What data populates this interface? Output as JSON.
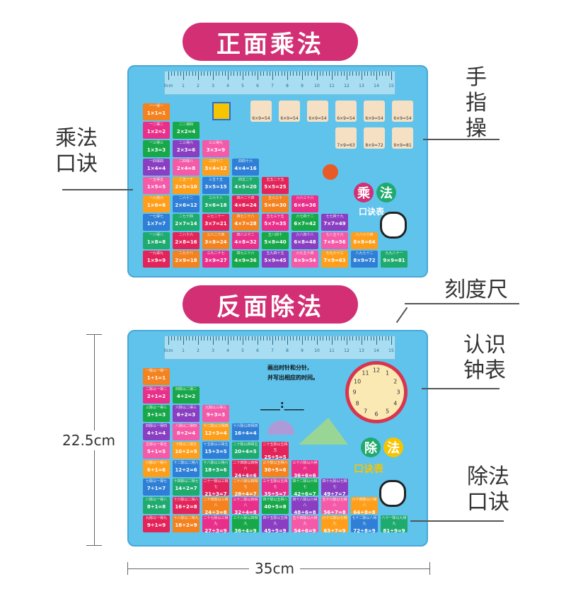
{
  "banners": {
    "front": "正面乘法",
    "back": "反面除法"
  },
  "labels": {
    "finger_exercise": "手指操",
    "mult_formula": "乘法口诀",
    "ruler": "刻度尺",
    "clock": "认识钟表",
    "div_formula": "除法口诀"
  },
  "dimensions": {
    "height": "22.5cm",
    "width": "35cm"
  },
  "ruler": {
    "unit": "0cm",
    "numbers": [
      "1",
      "2",
      "3",
      "4",
      "5",
      "6",
      "7",
      "8",
      "9",
      "10",
      "11",
      "12",
      "13",
      "14",
      "15"
    ]
  },
  "front": {
    "title_a": "乘",
    "title_b": "法",
    "subtitle": "口诀表",
    "columns": [
      [
        {
          "t": "一一得一",
          "e": "1×1=1"
        },
        {
          "t": "一二得二",
          "e": "1×2=2"
        },
        {
          "t": "一三得三",
          "e": "1×3=3"
        },
        {
          "t": "一四得四",
          "e": "1×4=4"
        },
        {
          "t": "一五得五",
          "e": "1×5=5"
        },
        {
          "t": "一六得六",
          "e": "1×6=6"
        },
        {
          "t": "一七得七",
          "e": "1×7=7"
        },
        {
          "t": "一八得八",
          "e": "1×8=8"
        },
        {
          "t": "一九得九",
          "e": "1×9=9"
        }
      ],
      [
        {
          "t": "二二得四",
          "e": "2×2=4"
        },
        {
          "t": "二三得六",
          "e": "2×3=6"
        },
        {
          "t": "二四得八",
          "e": "2×4=8"
        },
        {
          "t": "二五一十",
          "e": "2×5=10"
        },
        {
          "t": "二六十二",
          "e": "2×6=12"
        },
        {
          "t": "二七十四",
          "e": "2×7=14"
        },
        {
          "t": "二八十六",
          "e": "2×8=16"
        },
        {
          "t": "二九十八",
          "e": "2×9=18"
        }
      ],
      [
        {
          "t": "三三得九",
          "e": "3×3=9"
        },
        {
          "t": "三四十二",
          "e": "3×4=12"
        },
        {
          "t": "三五十五",
          "e": "3×5=15"
        },
        {
          "t": "三六十八",
          "e": "3×6=18"
        },
        {
          "t": "三七二十一",
          "e": "3×7=21"
        },
        {
          "t": "三八二十四",
          "e": "3×8=24"
        },
        {
          "t": "三九二十七",
          "e": "3×9=27"
        }
      ],
      [
        {
          "t": "四四十六",
          "e": "4×4=16"
        },
        {
          "t": "四五二十",
          "e": "4×5=20"
        },
        {
          "t": "四六二十四",
          "e": "4×6=24"
        },
        {
          "t": "四七二十八",
          "e": "4×7=28"
        },
        {
          "t": "四八三十二",
          "e": "4×8=32"
        },
        {
          "t": "四九三十六",
          "e": "4×9=36"
        }
      ],
      [
        {
          "t": "五五二十五",
          "e": "5×5=25"
        },
        {
          "t": "五六三十",
          "e": "5×6=30"
        },
        {
          "t": "五七三十五",
          "e": "5×7=35"
        },
        {
          "t": "五八四十",
          "e": "5×8=40"
        },
        {
          "t": "五九四十五",
          "e": "5×9=45"
        }
      ],
      [
        {
          "t": "六六三十六",
          "e": "6×6=36"
        },
        {
          "t": "六七四十二",
          "e": "6×7=42"
        },
        {
          "t": "六八四十八",
          "e": "6×8=48"
        },
        {
          "t": "六九五十四",
          "e": "6×9=54"
        }
      ],
      [
        {
          "t": "七七四十九",
          "e": "7×7=49"
        },
        {
          "t": "七八五十六",
          "e": "7×8=56"
        },
        {
          "t": "七九六十三",
          "e": "7×9=63"
        }
      ],
      [
        {
          "t": "八八六十四",
          "e": "8×8=64"
        },
        {
          "t": "八九七十二",
          "e": "8×9=72"
        }
      ],
      [
        {
          "t": "九九八十一",
          "e": "9×9=81"
        }
      ]
    ],
    "fingers": [
      "6×9=54",
      "6×9=54",
      "6×9=54",
      "6×9=54",
      "6×9=54",
      "6×9=54",
      "7×9=63",
      "8×9=72",
      "9×9=81"
    ]
  },
  "back": {
    "clock_prompt_1": "画出时针和分针,",
    "clock_prompt_2": "并写出相应的时间。",
    "time_blank": "____:____",
    "title_a": "除",
    "title_b": "法",
    "subtitle": "口诀表",
    "columns": [
      [
        {
          "t": "一除以一得一",
          "e": "1÷1=1"
        },
        {
          "t": "二除以一得二",
          "e": "2÷1=2"
        },
        {
          "t": "三除以一得三",
          "e": "3÷1=3"
        },
        {
          "t": "四除以一得四",
          "e": "4÷1=4"
        },
        {
          "t": "五除以一得五",
          "e": "5÷1=5"
        },
        {
          "t": "六除以一得六",
          "e": "6÷1=6"
        },
        {
          "t": "七除以一得七",
          "e": "7÷1=7"
        },
        {
          "t": "八除以一得八",
          "e": "8÷1=8"
        },
        {
          "t": "九除以一得九",
          "e": "9÷1=9"
        }
      ],
      [
        {
          "t": "四除以二得二",
          "e": "4÷2=2"
        },
        {
          "t": "六除以二得三",
          "e": "6÷2=3"
        },
        {
          "t": "八除以二得四",
          "e": "8÷2=4"
        },
        {
          "t": "十除以二得五",
          "e": "10÷2=5"
        },
        {
          "t": "十二除以二得六",
          "e": "12÷2=6"
        },
        {
          "t": "十四除以二得七",
          "e": "14÷2=7"
        },
        {
          "t": "十六除以二得八",
          "e": "16÷2=8"
        },
        {
          "t": "十八除以二得九",
          "e": "18÷2=9"
        }
      ],
      [
        {
          "t": "九除以三得三",
          "e": "9÷3=3"
        },
        {
          "t": "十二除以三得四",
          "e": "12÷3=4"
        },
        {
          "t": "十五除以三得五",
          "e": "15÷3=5"
        },
        {
          "t": "十八除以三得六",
          "e": "18÷3=6"
        },
        {
          "t": "二十一除以三得七",
          "e": "21÷3=7"
        },
        {
          "t": "二十四除以三得八",
          "e": "24÷3=8"
        },
        {
          "t": "二十七除以三得九",
          "e": "27÷3=9"
        }
      ],
      [
        {
          "t": "十六除以四得四",
          "e": "16÷4=4"
        },
        {
          "t": "二十除以四得五",
          "e": "20÷4=5"
        },
        {
          "t": "二十四除以四得六",
          "e": "24÷4=6"
        },
        {
          "t": "二十八除以四得七",
          "e": "28÷4=7"
        },
        {
          "t": "三十二除以四得八",
          "e": "32÷4=8"
        },
        {
          "t": "三十六除以四得九",
          "e": "36÷4=9"
        }
      ],
      [
        {
          "t": "二十五除以五得五",
          "e": "25÷5=5"
        },
        {
          "t": "三十除以五得六",
          "e": "30÷5=6"
        },
        {
          "t": "三十五除以五得七",
          "e": "35÷5=7"
        },
        {
          "t": "四十除以五得八",
          "e": "40÷5=8"
        },
        {
          "t": "四十五除以五得九",
          "e": "45÷5=9"
        }
      ],
      [
        {
          "t": "三十六除以六得六",
          "e": "36÷6=6"
        },
        {
          "t": "四十二除以六得七",
          "e": "42÷6=7"
        },
        {
          "t": "四十八除以六得八",
          "e": "48÷6=8"
        },
        {
          "t": "五十四除以六得九",
          "e": "54÷6=9"
        }
      ],
      [
        {
          "t": "四十九除以七得七",
          "e": "49÷7=7"
        },
        {
          "t": "五十六除以七得八",
          "e": "56÷7=8"
        },
        {
          "t": "六十三除以七得九",
          "e": "63÷7=9"
        }
      ],
      [
        {
          "t": "六十四除以八得八",
          "e": "64÷8=8"
        },
        {
          "t": "七十二除以八得九",
          "e": "72÷8=9"
        }
      ],
      [
        {
          "t": "八十一除以九得九",
          "e": "81÷9=9"
        }
      ]
    ]
  },
  "colors": [
    "#f4821f",
    "#e8308a",
    "#18a84a",
    "#8a3fc2",
    "#f45aa7",
    "#ff9e1b",
    "#2f7fd6",
    "#1faa6e",
    "#e3245a"
  ]
}
